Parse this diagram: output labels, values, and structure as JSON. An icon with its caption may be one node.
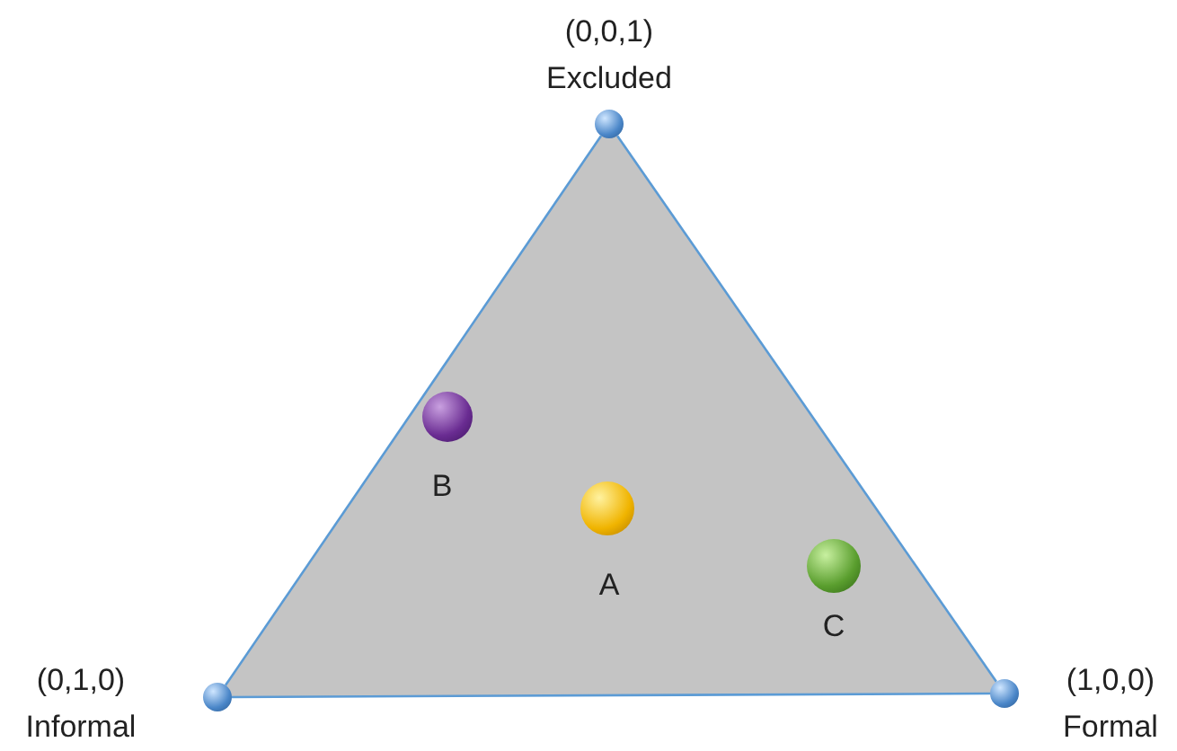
{
  "diagram": {
    "nodes": [
      {
        "text": [],
        "shape": "circle",
        "beside": [
          "(0,0,1)",
          "Excluded"
        ]
      },
      {
        "text": [],
        "shape": "circle",
        "beside": [
          "(0,1,0)",
          "Informal"
        ]
      },
      {
        "text": [],
        "shape": "circle",
        "beside": [
          "(1,0,0)",
          "Formal"
        ]
      },
      {
        "text": [],
        "shape": "circle",
        "beside": [
          "B"
        ]
      },
      {
        "text": [],
        "shape": "circle",
        "beside": [
          "A"
        ]
      },
      {
        "text": [],
        "shape": "circle",
        "beside": [
          "C"
        ]
      }
    ],
    "edges": [
      {
        "from": 0,
        "to": 1,
        "arrow": "none"
      },
      {
        "from": 1,
        "to": 2,
        "arrow": "none"
      },
      {
        "from": 2,
        "to": 0,
        "arrow": "none"
      }
    ]
  }
}
